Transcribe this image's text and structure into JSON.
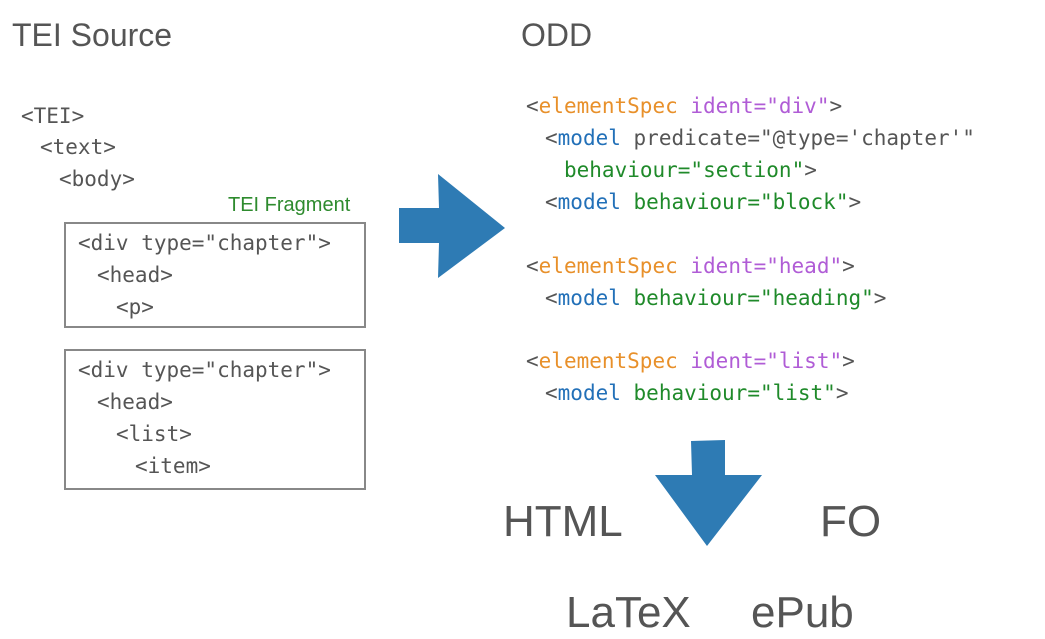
{
  "headings": {
    "tei_source": "TEI Source",
    "odd": "ODD"
  },
  "tei_tree": {
    "tei": "<TEI>",
    "text": "<text>",
    "body": "<body>"
  },
  "fragment_label": "TEI Fragment",
  "fragment1": {
    "div": "<div type=\"chapter\">",
    "head": "<head>",
    "p": "<p>"
  },
  "fragment2": {
    "div": "<div type=\"chapter\">",
    "head": "<head>",
    "list": "<list>",
    "item": "<item>"
  },
  "odd": {
    "spec1": {
      "lt": "<",
      "tag": "elementSpec",
      "ident": "ident=\"div\"",
      "gt": ">",
      "model1": {
        "lt": "<",
        "tag": "model",
        "predicate": "predicate=\"@type='chapter'\"",
        "behaviour": "behaviour=\"section\"",
        "gt": ">"
      },
      "model2": {
        "lt": "<",
        "tag": "model",
        "behaviour": "behaviour=\"block\"",
        "gt": ">"
      }
    },
    "spec2": {
      "lt": "<",
      "tag": "elementSpec",
      "ident": "ident=\"head\"",
      "gt": ">",
      "model": {
        "lt": "<",
        "tag": "model",
        "behaviour": "behaviour=\"heading\"",
        "gt": ">"
      }
    },
    "spec3": {
      "lt": "<",
      "tag": "elementSpec",
      "ident": "ident=\"list\"",
      "gt": ">",
      "model": {
        "lt": "<",
        "tag": "model",
        "behaviour": "behaviour=\"list\"",
        "gt": ">"
      }
    }
  },
  "outputs": {
    "html": "HTML",
    "fo": "FO",
    "latex": "LaTeX",
    "epub": "ePub"
  },
  "colors": {
    "arrow": "#2e7bb4",
    "element_name": "#e8902a",
    "attribute": "#b05cd6",
    "model": "#2270b8",
    "behaviour": "#1f8a2a",
    "fragment_label": "#2e8b2e"
  }
}
